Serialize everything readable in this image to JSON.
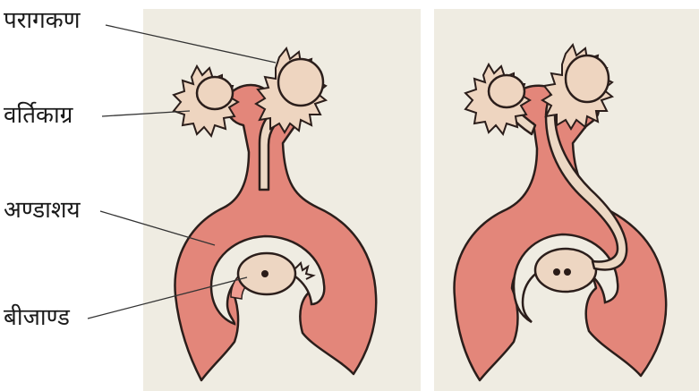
{
  "labels": {
    "pollen_grain": "परागकण",
    "stigma": "वर्तिकाग्र",
    "ovary": "अण्डाशय",
    "ovule": "बीजाण्ड"
  },
  "colors": {
    "page_background": "#ffffff",
    "panel_background": "#efece2",
    "ovary_tissue": "#e3867a",
    "ovary_tissue_light": "#ef9b8f",
    "outline": "#2b1e1b",
    "pollen_body": "#eed5c0",
    "pollen_tube": "#ecd8c4",
    "ovule_body": "#edd6c2",
    "nucleus": "#2a1c18",
    "leader_line": "#333333"
  },
  "icons": {
    "pollen_grain": "spiky-circle",
    "nucleus": "dot"
  }
}
